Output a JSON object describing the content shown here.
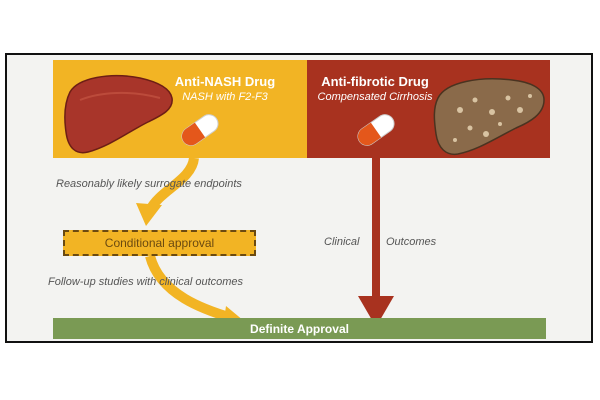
{
  "left_panel": {
    "title": "Anti-NASH Drug",
    "subtitle": "NASH with F2-F3",
    "color": "#f2b424"
  },
  "right_panel": {
    "title": "Anti-fibrotic Drug",
    "subtitle": "Compensated Cirrhosis",
    "color": "#a8321f"
  },
  "labels": {
    "surrogate": "Reasonably likely surrogate endpoints",
    "conditional": "Conditional approval",
    "followup": "Follow-up studies with clinical outcomes",
    "clinical": "Clinical",
    "outcomes": "Outcomes",
    "definite": "Definite Approval"
  },
  "icons": {
    "healthy_liver": "liver-icon",
    "cirrhotic_liver": "cirrhotic-liver-icon",
    "pill": "capsule-icon"
  },
  "colors": {
    "approval_bar": "#7a9a54",
    "arrow_yellow": "#f2b424",
    "arrow_red": "#a8321f"
  }
}
